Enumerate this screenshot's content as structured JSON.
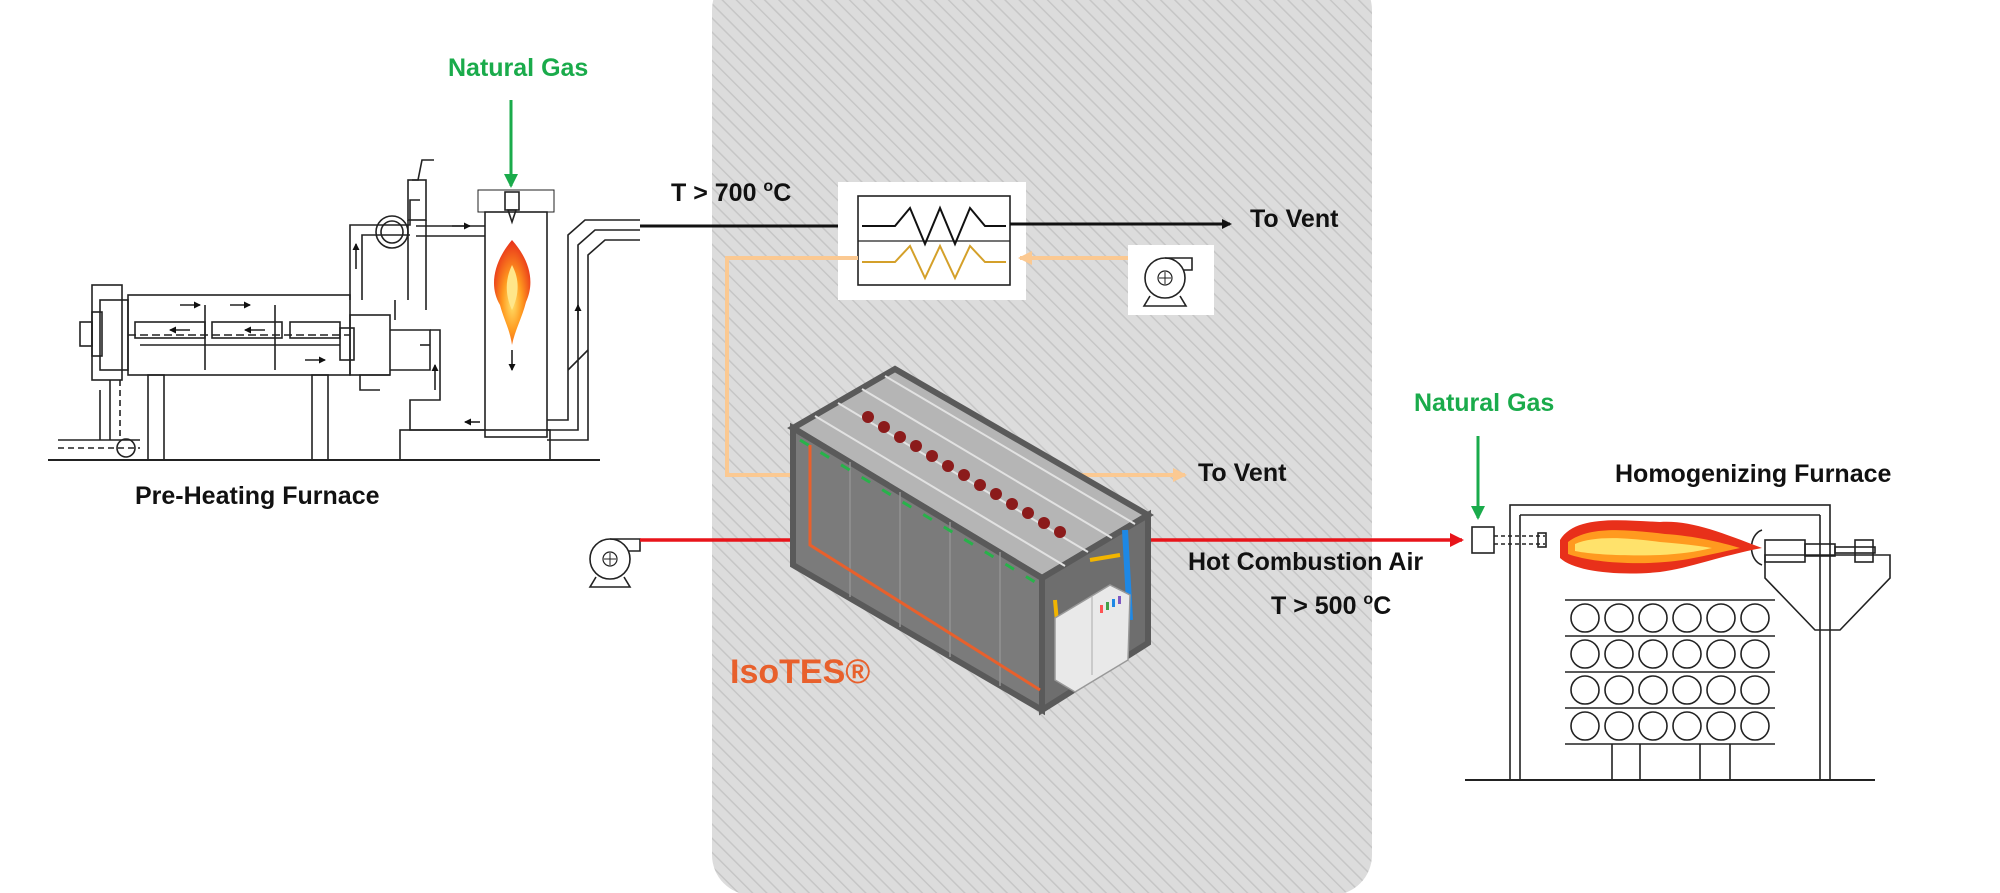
{
  "labels": {
    "natural_gas_top": "Natural Gas",
    "natural_gas_right": "Natural Gas",
    "temp_exhaust_prefix": "T > 700 ",
    "temp_exhaust_sup": "o",
    "temp_exhaust_unit": "C",
    "to_vent_top": "To Vent",
    "to_vent_mid": "To Vent",
    "preheating_furnace": "Pre-Heating Furnace",
    "homogenizing_furnace": "Homogenizing Furnace",
    "hot_combustion_air": "Hot Combustion Air",
    "temp_air_prefix": "T > 500 ",
    "temp_air_sup": "o",
    "temp_air_unit": "C",
    "isotes": "IsoTES®"
  },
  "colors": {
    "green_flow": "#1aab4b",
    "hot_air_red": "#e8141a",
    "exhaust_black": "#111111",
    "light_orange_flow": "#fbc992",
    "isotes_orange": "#e8602c",
    "zone_gray": "#d9d9d9"
  }
}
